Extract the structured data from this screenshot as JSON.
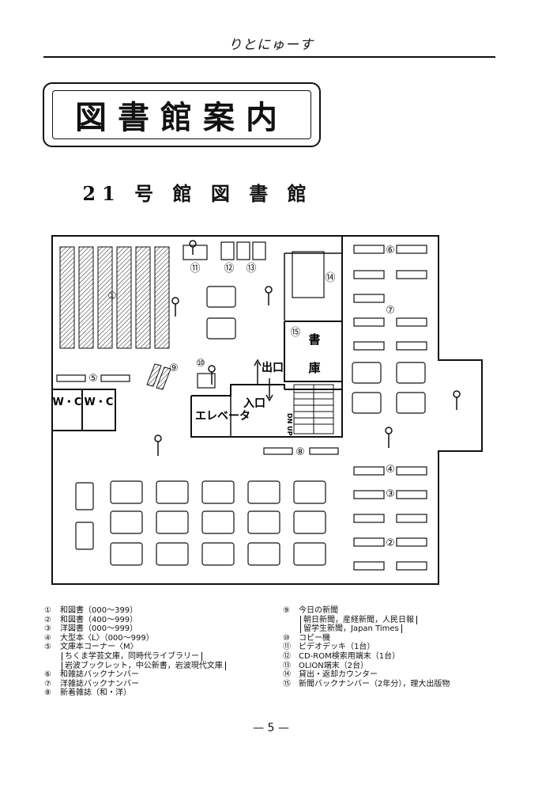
{
  "header": {
    "title": "りとにゅーす"
  },
  "title": "図書館案内",
  "subtitle": "21 号 館 図 書 館",
  "map": {
    "rooms": {
      "wc_left": "W・C",
      "wc_right": "W・C",
      "elevator": "エレベータ",
      "exit": "出口",
      "entrance": "入口",
      "stack_line1": "書",
      "stack_line2": "庫",
      "stairs": "DN UP"
    },
    "markers": [
      "①",
      "②",
      "③",
      "④",
      "⑤",
      "⑥",
      "⑦",
      "⑧",
      "⑨",
      "⑩",
      "⑪",
      "⑫",
      "⑬",
      "⑭",
      "⑮"
    ]
  },
  "legend": {
    "left": [
      {
        "num": "①",
        "text": "和図書（000～399）"
      },
      {
        "num": "②",
        "text": "和図書（400～999）"
      },
      {
        "num": "③",
        "text": "洋図書（000～999）"
      },
      {
        "num": "④",
        "text": "大型本〈L〉（000～999）"
      },
      {
        "num": "⑤",
        "text": "文庫本コーナー〈M〉"
      }
    ],
    "left_sub": [
      "ちくま学芸文庫，同時代ライブラリー",
      "岩波ブックレット，中公新書，岩波現代文庫"
    ],
    "left_more": [
      {
        "num": "⑥",
        "text": "和雑誌バックナンバー"
      },
      {
        "num": "⑦",
        "text": "洋雑誌バックナンバー"
      },
      {
        "num": "⑧",
        "text": "新着雑誌（和・洋）"
      }
    ],
    "right_first": {
      "num": "⑨",
      "text": "今日の新聞"
    },
    "right_sub": [
      "朝日新聞，産経新聞，人民日報",
      "留学生新聞，Japan Times"
    ],
    "right_more": [
      {
        "num": "⑩",
        "text": "コピー機"
      },
      {
        "num": "⑪",
        "text": "ビデオデッキ（1台）"
      },
      {
        "num": "⑫",
        "text": "CD-ROM検索用端末（1台）"
      },
      {
        "num": "⑬",
        "text": "OLION端末（2台）"
      },
      {
        "num": "⑭",
        "text": "貸出・返却カウンター"
      },
      {
        "num": "⑮",
        "text": "新聞バックナンバー（2年分），理大出版物"
      }
    ]
  },
  "page_number": "— 5 —"
}
